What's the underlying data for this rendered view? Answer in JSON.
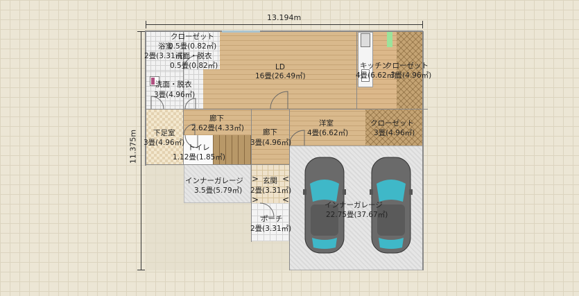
{
  "dimensions": {
    "width": "13.194m",
    "height": "11.375m"
  },
  "rooms": {
    "closet_top": {
      "name": "クローゼット",
      "area": "0.5畳(0.82㎡)"
    },
    "bath": {
      "name": "浴室",
      "area": "2畳(3.31㎡)"
    },
    "washroom_small": {
      "name": "洗面・脱衣",
      "area": "0.5畳(0.82㎡)"
    },
    "ld": {
      "name": "LD",
      "area": "16畳(26.49㎡)"
    },
    "kitchen": {
      "name": "キッチン",
      "area": "4畳(6.62㎡)"
    },
    "closet_kitchen": {
      "name": "クローゼット",
      "area": "3畳(4.96㎡)"
    },
    "washroom": {
      "name": "洗面・脱衣",
      "area": "3畳(4.96㎡)"
    },
    "hall1": {
      "name": "廊下",
      "area": "2.62畳(4.33㎡)"
    },
    "hall2": {
      "name": "廊下",
      "area": "3畳(4.96㎡)"
    },
    "western": {
      "name": "洋室",
      "area": "4畳(6.62㎡)"
    },
    "closet_western": {
      "name": "クローゼット",
      "area": "3畳(4.96㎡)"
    },
    "shoes": {
      "name": "下足室",
      "area": "3畳(4.96㎡)"
    },
    "toilet": {
      "name": "トイレ",
      "area": "1.12畳(1.85㎡)"
    },
    "inner_garage_small": {
      "name": "インナーガレージ",
      "area": "3.5畳(5.79㎡)"
    },
    "entrance": {
      "name": "玄関",
      "area": "2畳(3.31㎡)"
    },
    "porch": {
      "name": "ポーチ",
      "area": "2畳(3.31㎡)"
    },
    "inner_garage_large": {
      "name": "インナーガレージ",
      "area": "22.75畳(37.67㎡)"
    }
  },
  "colors": {
    "car_glass": "#3fb8c8",
    "car_body": "#6a6a6a",
    "wall": "#888888"
  }
}
